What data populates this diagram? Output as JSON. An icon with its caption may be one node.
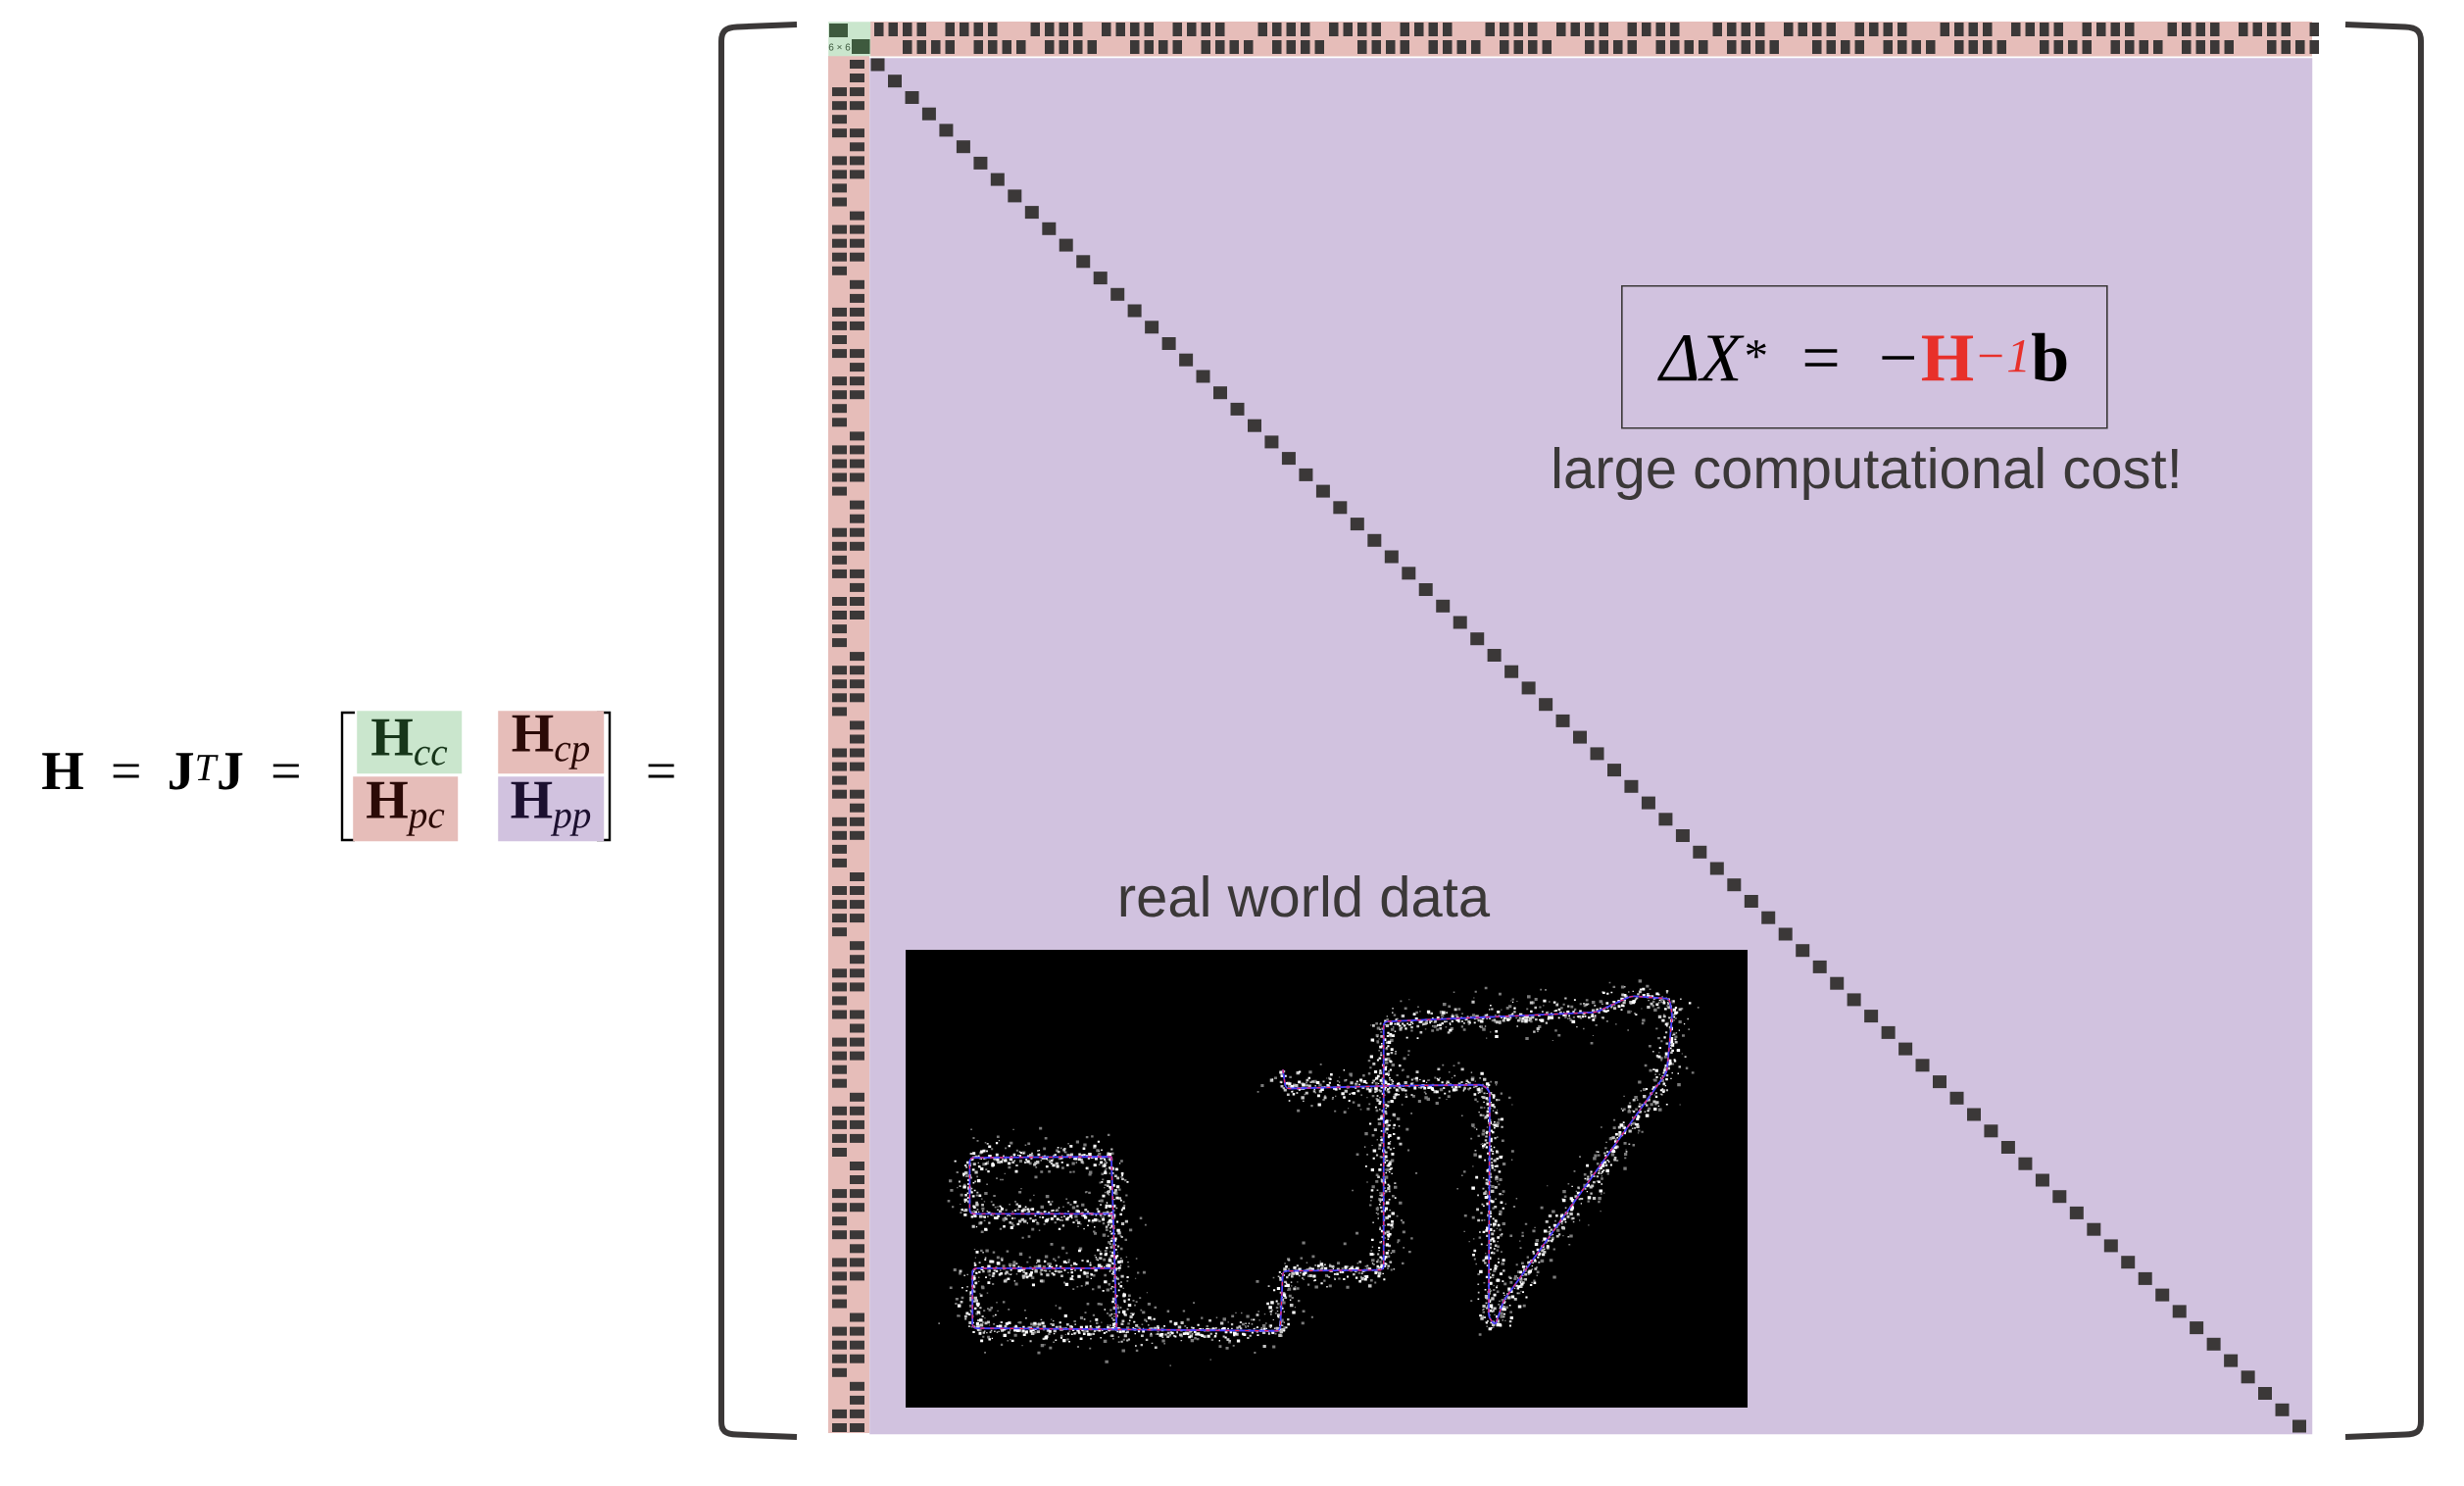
{
  "diagram": {
    "nodes": [
      {
        "text": [
          "**H**$_{cc}$"
        ]
      },
      {
        "text": [
          "**H**$_{cp}$"
        ]
      },
      {
        "text": [
          "**H**$_{pc}$"
        ]
      },
      {
        "text": [
          "**H**$_{pp}$"
        ]
      },
      {
        "text": [
          "6 × 6"
        ]
      },
      {
        "text": [
          "real world data"
        ]
      },
      {
        "text": [
          "ΔX$^{*}$ = −**H**$^{−1}$**b**"
        ],
        "in": 5,
        "beside": [
          "large computational cost!"
        ]
      }
    ],
    "labels": [
      "**H** = **J**$^{T}$**J** =",
      "="
    ]
  }
}
